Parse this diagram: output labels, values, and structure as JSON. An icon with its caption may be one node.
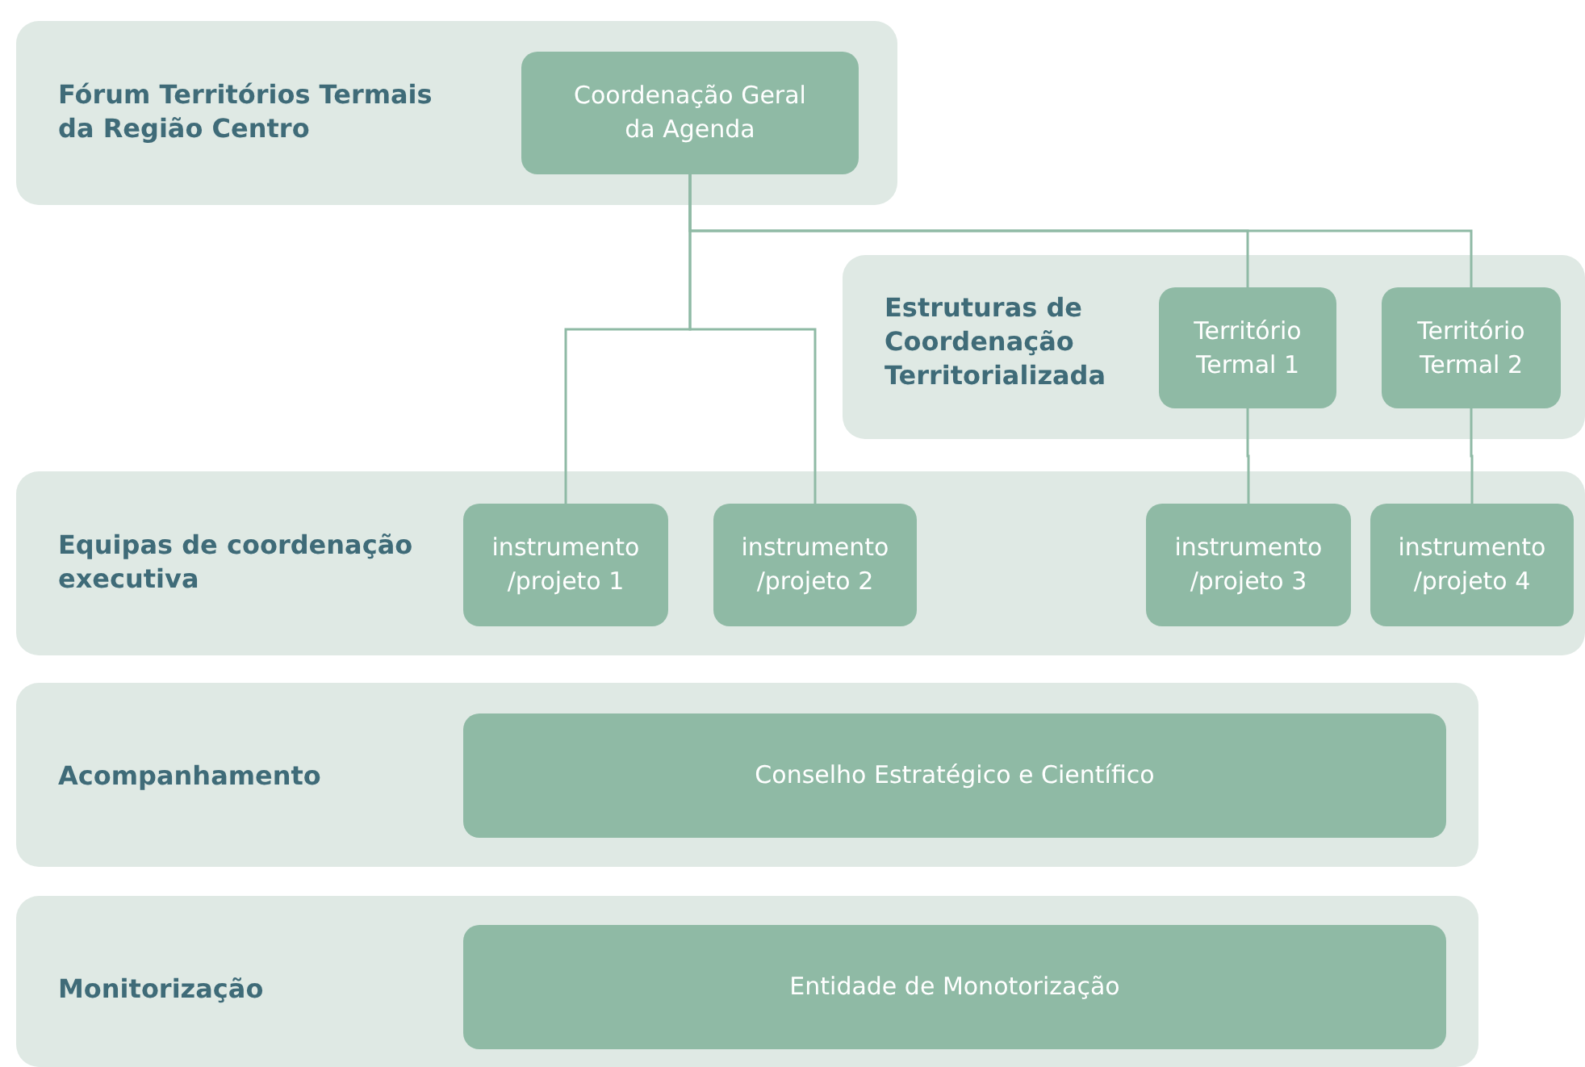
{
  "diagram": {
    "nodes": [
      {
        "text": [
          "Fórum Territórios Termais da Região Centro"
        ]
      },
      {
        "text": [
          "Coordenação Geral da Agenda"
        ],
        "in": 0
      },
      {
        "text": [
          "Estruturas de Coordenação Territorializada"
        ]
      },
      {
        "text": [
          "Território Termal 1"
        ],
        "in": 2
      },
      {
        "text": [
          "Território Termal 2"
        ],
        "in": 2
      },
      {
        "text": [
          "Equipas de coordenação executiva"
        ]
      },
      {
        "text": [
          "instrumento /projeto 1"
        ],
        "in": 5
      },
      {
        "text": [
          "instrumento /projeto 2"
        ],
        "in": 5
      },
      {
        "text": [
          "instrumento /projeto 3"
        ],
        "in": 5
      },
      {
        "text": [
          "instrumento /projeto 4"
        ],
        "in": 5
      },
      {
        "text": [
          "Acompanhamento"
        ]
      },
      {
        "text": [
          "Conselho Estratégico e Científico"
        ],
        "in": 10
      },
      {
        "text": [
          "Monitorização"
        ]
      },
      {
        "text": [
          "Entidade de Monotorização"
        ],
        "in": 12
      }
    ],
    "edges": [
      {
        "from": 1,
        "to": 6,
        "arrow": "none"
      },
      {
        "from": 1,
        "to": 7,
        "arrow": "none"
      },
      {
        "from": 1,
        "to": 3,
        "arrow": "none"
      },
      {
        "from": 1,
        "to": 4,
        "arrow": "none"
      },
      {
        "from": 3,
        "to": 8,
        "arrow": "none"
      },
      {
        "from": 4,
        "to": 9,
        "arrow": "none"
      }
    ]
  }
}
